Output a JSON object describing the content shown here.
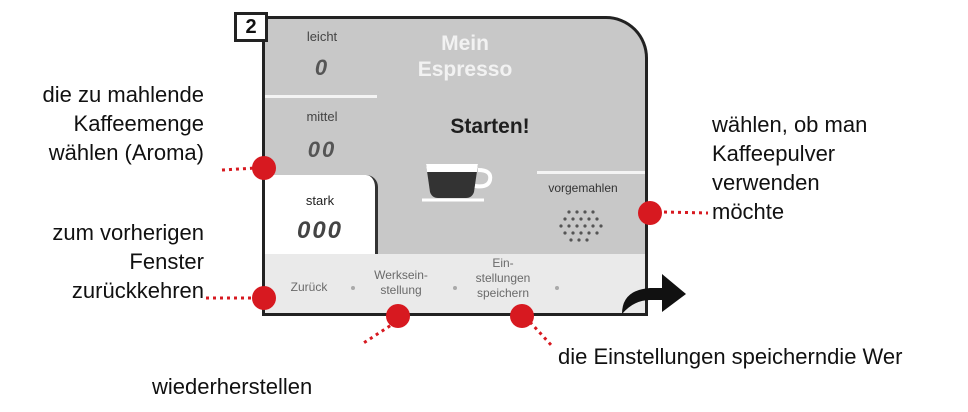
{
  "screen": {
    "step_number": "2",
    "title_line1": "Mein",
    "title_line2": "Espresso",
    "start_label": "Starten!",
    "aroma": [
      {
        "label": "leicht",
        "beans": "0"
      },
      {
        "label": "mittel",
        "beans": "00"
      },
      {
        "label": "stark",
        "beans": "000",
        "selected": true
      }
    ],
    "ground_coffee_label": "vorgemahlen",
    "bottom_bar": {
      "back": "Zurück",
      "factory_line1": "Werksein-",
      "factory_line2": "stellung",
      "save_line1": "Ein-",
      "save_line2": "stellungen",
      "save_line3": "speichern"
    },
    "icons": [
      "coffee-cup-icon",
      "ground-coffee-icon",
      "forward-arrow-icon"
    ]
  },
  "callouts": {
    "aroma_line1": "die zu mahlende",
    "aroma_line2": "Kaffeemenge",
    "aroma_line3": "wählen (Aroma)",
    "back_line1": "zum vorherigen",
    "back_line2": "Fenster",
    "back_line3": "zurückkehren",
    "ground_line1": "wählen, ob man",
    "ground_line2": "Kaffeepulver",
    "ground_line3": "verwenden",
    "ground_line4": "möchte",
    "save": "die Einstellungen speicherndie Wer",
    "restore": "wiederherstellen"
  },
  "colors": {
    "marker": "#d71920",
    "screen": "#c8c8c8",
    "bottom_bar": "#eaeaea"
  }
}
